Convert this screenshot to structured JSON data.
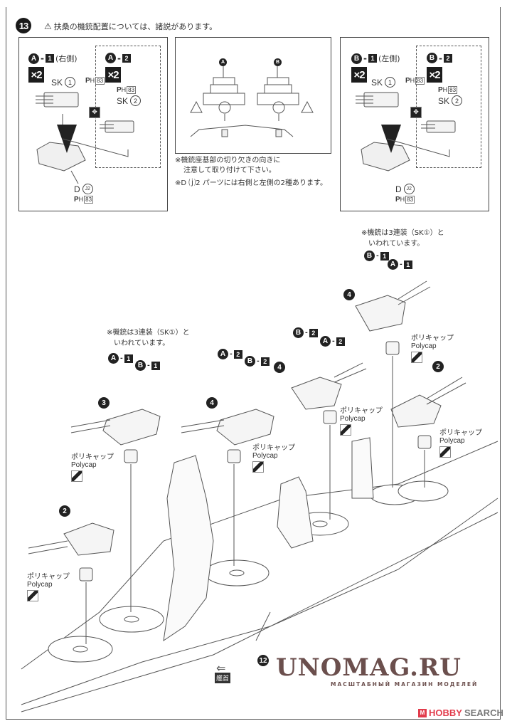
{
  "step": {
    "number": "13",
    "note": "扶桑の機銃配置については、諸説があります。",
    "note_icon": "warning-triangle-icon"
  },
  "left_panel": {
    "main": {
      "group": "A",
      "variant": "1",
      "side": "(右側)",
      "qty": "×2",
      "part": "SK",
      "part_no": "1",
      "ph_page": "83"
    },
    "alt": {
      "group": "A",
      "variant": "2",
      "qty": "×2",
      "part": "SK",
      "part_no": "2",
      "ph_page": "83"
    },
    "base": {
      "part": "D",
      "part_no": "J2",
      "ph_page": "83"
    },
    "ph_label": "P",
    "ph_sub": "H"
  },
  "center_panel": {
    "labels": [
      "A",
      "B"
    ],
    "notes": [
      "※機銃座基部の切り欠きの向きに",
      "注意して取り付けて下さい。",
      "※D ⒥2 パーツには右側と左側の2種あります。"
    ],
    "base_part": "J2"
  },
  "right_panel": {
    "main": {
      "group": "B",
      "variant": "1",
      "side": "(左側)",
      "qty": "×2",
      "part": "SK",
      "part_no": "1",
      "ph_page": "83"
    },
    "alt": {
      "group": "B",
      "variant": "2",
      "qty": "×2",
      "part": "SK",
      "part_no": "2",
      "ph_page": "83"
    },
    "base": {
      "part": "D",
      "part_no": "J2",
      "ph_page": "83"
    }
  },
  "assembly": {
    "mg_note_line1": "※機銃は3連装（SK①）と",
    "mg_note_line2": "いわれています。",
    "polycap_jp": "ポリキャップ",
    "polycap_en": "Polycap",
    "callouts": [
      {
        "id": "turret-3",
        "num": "3",
        "mounts": [
          "A-1",
          "B-1"
        ]
      },
      {
        "id": "turret-4-a",
        "num": "4",
        "mounts": [
          "A-2",
          "B-2"
        ]
      },
      {
        "id": "turret-4-b",
        "num": "4",
        "mounts": [
          "B-2",
          "A-2"
        ]
      },
      {
        "id": "turret-4-c",
        "num": "4",
        "mounts": [
          "B-1",
          "A-1"
        ]
      },
      {
        "id": "turret-2-right",
        "num": "2",
        "mounts": []
      },
      {
        "id": "turret-2-left",
        "num": "2",
        "mounts": []
      },
      {
        "id": "hull",
        "num": "12",
        "mounts": []
      }
    ],
    "bow_label": "艦首"
  },
  "watermark": {
    "main": "UNOMAG.RU",
    "sub": "МАСШТАБНЫЙ МАГАЗИН МОДЕЛЕЙ",
    "brand_icon": "M",
    "brand_hobby": "HOBBY",
    "brand_search": "SEARCH"
  }
}
